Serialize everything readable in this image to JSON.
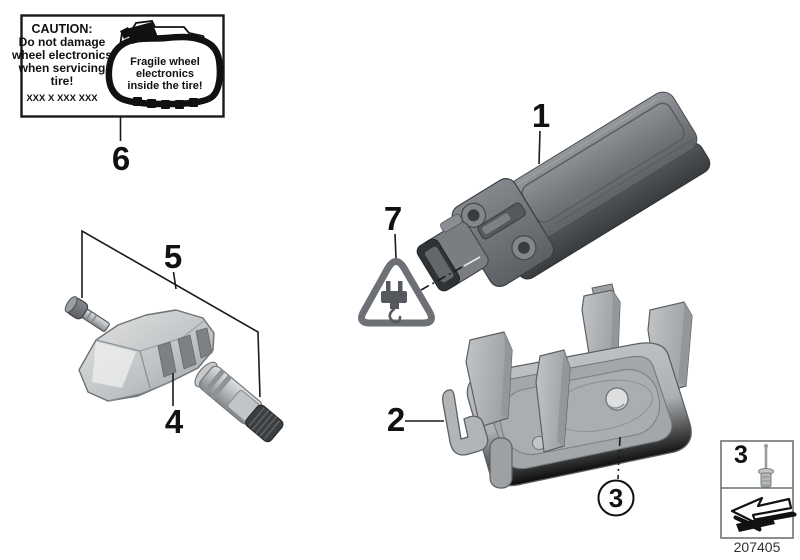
{
  "doc_number": "207405",
  "callouts": {
    "item1": "1",
    "item2": "2",
    "item3_circled": "3",
    "item4": "4",
    "item5": "5",
    "item6": "6",
    "item7": "7"
  },
  "legend": {
    "item3": "3"
  },
  "caution_label": {
    "title": "CAUTION:",
    "line1": "Do not damage",
    "line2": "wheel electronics",
    "line3": "when servicing",
    "line4": "tire!",
    "code": "XXX X XXX XXX",
    "tire_note_line1": "Fragile wheel",
    "tire_note_line2": "electronics",
    "tire_note_line3": "inside the tire!"
  },
  "colors": {
    "line": "#1a1a1a",
    "module_top": "#7c8084",
    "module_side": "#44474a",
    "part_light": "#b5b8ba",
    "triangle_gray": "#6d7175",
    "black": "#111111"
  }
}
